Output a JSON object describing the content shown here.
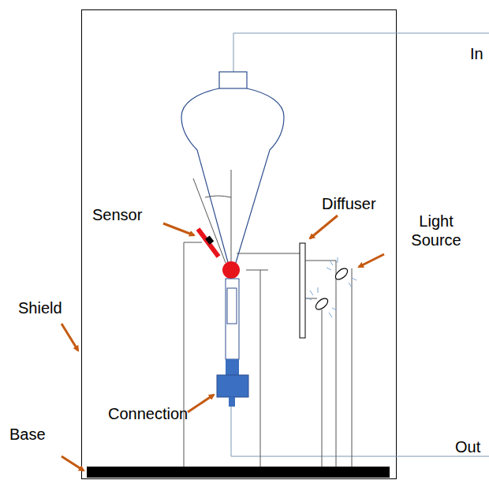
{
  "diagram": {
    "labels": [
      "In",
      "Sensor",
      "Diffuser",
      "Light Source",
      "Shield",
      "Connection",
      "Base",
      "Out"
    ]
  }
}
